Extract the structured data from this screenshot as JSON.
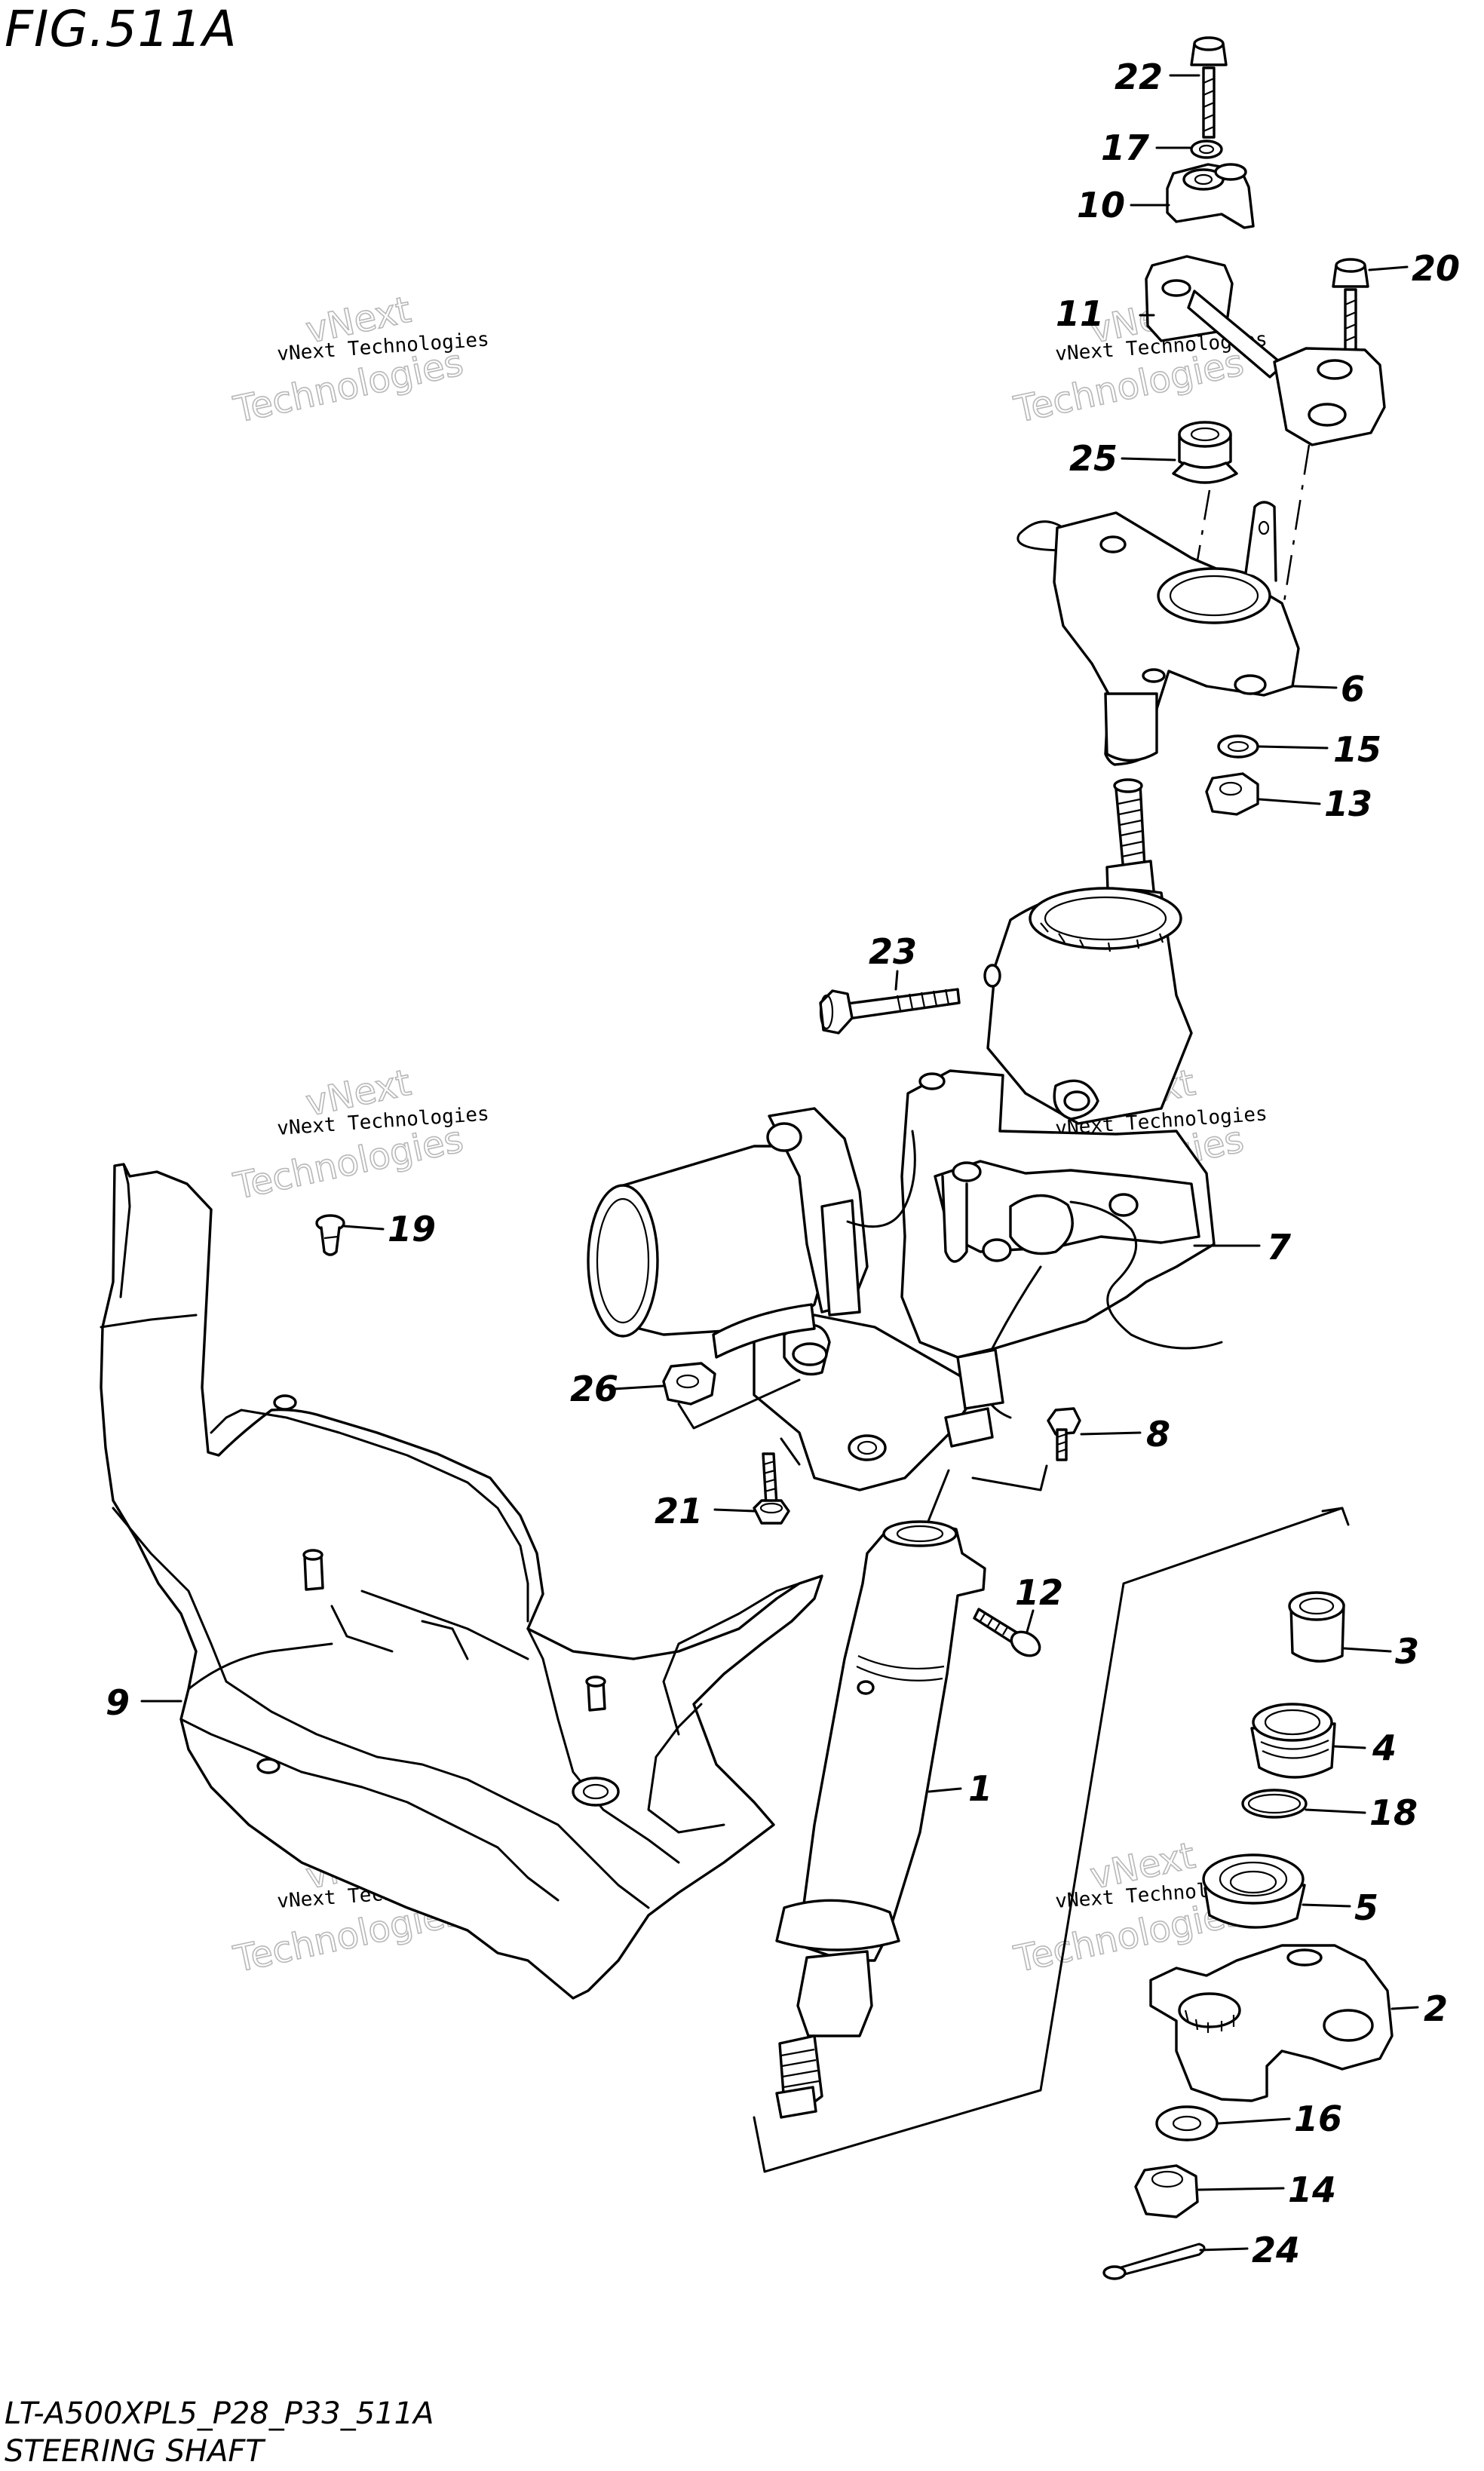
{
  "figure": {
    "title": "FIG.511A",
    "model_code": "LT-A500XPL5_P28_P33_511A",
    "section_name": "STEERING SHAFT"
  },
  "watermark": {
    "line1": "vNext Technologies",
    "line2": "Technologies",
    "line2_alt": "vNext"
  },
  "callouts": [
    {
      "id": "c22",
      "label": "22"
    },
    {
      "id": "c17",
      "label": "17"
    },
    {
      "id": "c10",
      "label": "10"
    },
    {
      "id": "c11",
      "label": "11"
    },
    {
      "id": "c20",
      "label": "20"
    },
    {
      "id": "c25",
      "label": "25"
    },
    {
      "id": "c6",
      "label": "6"
    },
    {
      "id": "c15",
      "label": "15"
    },
    {
      "id": "c13",
      "label": "13"
    },
    {
      "id": "c23",
      "label": "23"
    },
    {
      "id": "c7",
      "label": "7"
    },
    {
      "id": "c19",
      "label": "19"
    },
    {
      "id": "c26",
      "label": "26"
    },
    {
      "id": "c8",
      "label": "8"
    },
    {
      "id": "c21",
      "label": "21"
    },
    {
      "id": "c12",
      "label": "12"
    },
    {
      "id": "c3",
      "label": "3"
    },
    {
      "id": "c9",
      "label": "9"
    },
    {
      "id": "c1",
      "label": "1"
    },
    {
      "id": "c4",
      "label": "4"
    },
    {
      "id": "c18",
      "label": "18"
    },
    {
      "id": "c5",
      "label": "5"
    },
    {
      "id": "c2",
      "label": "2"
    },
    {
      "id": "c16",
      "label": "16"
    },
    {
      "id": "c14",
      "label": "14"
    },
    {
      "id": "c24",
      "label": "24"
    }
  ]
}
